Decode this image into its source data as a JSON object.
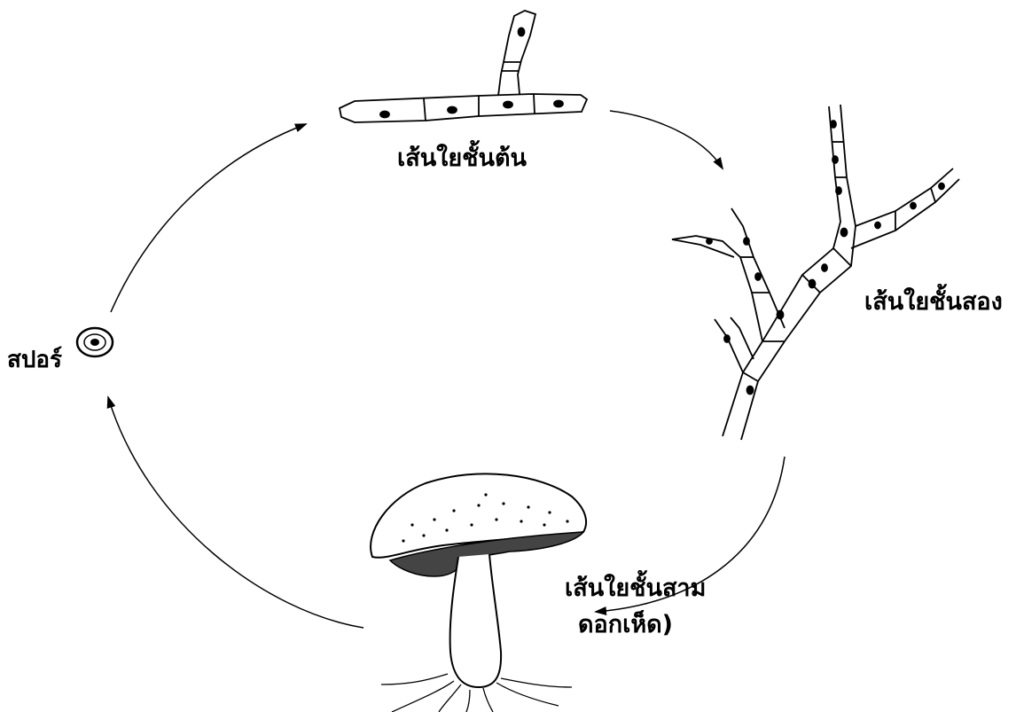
{
  "diagram": {
    "labels": {
      "spore": "สปอร์",
      "primary_mycelium": "เส้นใยชั้นต้น",
      "secondary_mycelium": "เส้นใยชั้นสอง",
      "tertiary_mycelium_line1": "เส้นใยชั้นสาม",
      "tertiary_mycelium_line2": "ดอกเห็ด)"
    }
  }
}
